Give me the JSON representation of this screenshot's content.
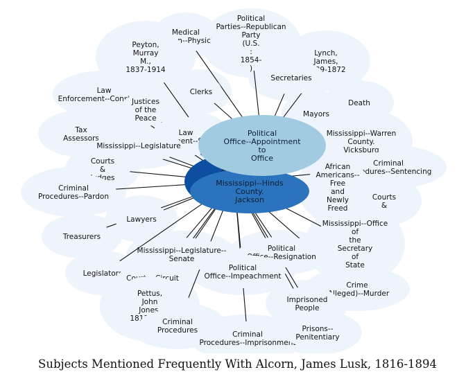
{
  "title": "Subjects Mentioned Frequently With Alcorn, James Lusk, 1816-1894",
  "colors": {
    "cloud": "#eef4fb",
    "hub_dark": "#0d4ea0",
    "hub_mid": "#2b73bd",
    "hub_light": "#a2cbe2",
    "edge": "#111111"
  },
  "hubs": [
    {
      "id": "alcorn",
      "label": "Alcorn, James Lusk, 1816-1894"
    },
    {
      "id": "hinds",
      "label": "Mississippi--Hinds County. Jackson"
    },
    {
      "id": "appointment",
      "label": "Political Office--Appointment to Office"
    }
  ],
  "nodes": [
    {
      "id": "medical",
      "label": "Medical Education--Physicians"
    },
    {
      "id": "republican",
      "label": "Political Parties--Republican Party (U.S. : 1854- )"
    },
    {
      "id": "peyton",
      "label": "Peyton, Murray M., 1837-1914"
    },
    {
      "id": "lynch",
      "label": "Lynch, James, 1839-1872"
    },
    {
      "id": "secretaries",
      "label": "Secretaries"
    },
    {
      "id": "constables",
      "label": "Law Enforcement--Constables"
    },
    {
      "id": "clerks",
      "label": "Clerks"
    },
    {
      "id": "justices",
      "label": "Justices of the Peace"
    },
    {
      "id": "mayors",
      "label": "Mayors"
    },
    {
      "id": "death",
      "label": "Death"
    },
    {
      "id": "tax",
      "label": "Tax Assessors"
    },
    {
      "id": "law_enf",
      "label": "Law Enforcement--Sheriffs"
    },
    {
      "id": "warren",
      "label": "Mississippi--Warren County. Vicksburg"
    },
    {
      "id": "ms_legislature",
      "label": "Mississippi--Legislature"
    },
    {
      "id": "sentencing",
      "label": "Criminal Procedures--Sentencing"
    },
    {
      "id": "courts_judges",
      "label": "Courts & Judges"
    },
    {
      "id": "african_americans",
      "label": "African Americans--Free and Newly Freed"
    },
    {
      "id": "pardon",
      "label": "Criminal Procedures--Pardon"
    },
    {
      "id": "courts",
      "label": "Courts"
    },
    {
      "id": "lawyers",
      "label": "Lawyers"
    },
    {
      "id": "sec_state",
      "label": "Mississippi--Office of the Secretary of State"
    },
    {
      "id": "treasurers",
      "label": "Treasurers"
    },
    {
      "id": "senate",
      "label": "Mississippi--Legislature--Senate"
    },
    {
      "id": "resignation",
      "label": "Political Office--Resignation"
    },
    {
      "id": "legislators",
      "label": "Legislators"
    },
    {
      "id": "impeachment",
      "label": "Political Office--Impeachment"
    },
    {
      "id": "courts_circuit",
      "label": "Courts--Circuit"
    },
    {
      "id": "murder",
      "label": "Crime (Alleged)--Murder"
    },
    {
      "id": "pettus",
      "label": "Pettus, John Jones, 1813-1867"
    },
    {
      "id": "imprisoned",
      "label": "Imprisoned People"
    },
    {
      "id": "criminal",
      "label": "Criminal Procedures"
    },
    {
      "id": "imprisonment",
      "label": "Criminal Procedures--Imprisonment"
    },
    {
      "id": "penitentiary",
      "label": "Prisons--Penitentiary"
    }
  ]
}
